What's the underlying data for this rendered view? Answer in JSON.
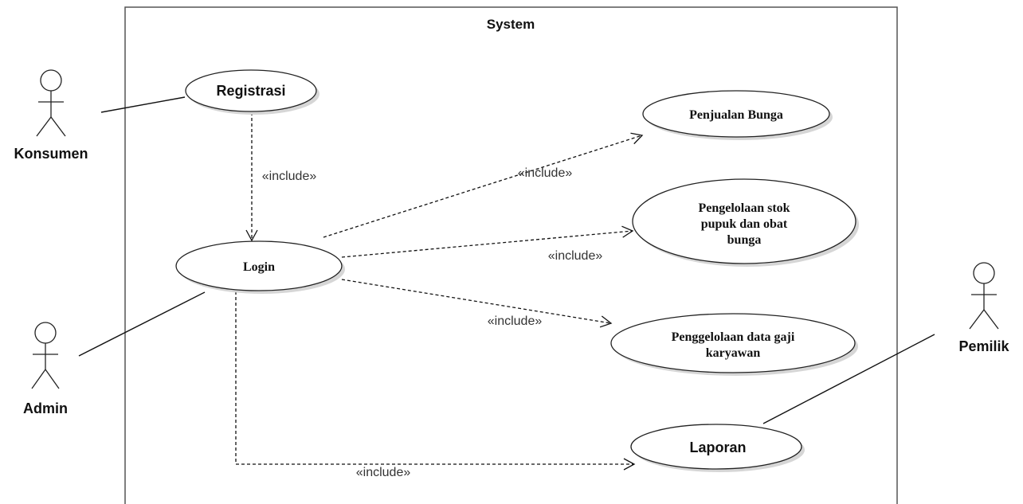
{
  "system": {
    "title": "System"
  },
  "actors": {
    "konsumen": "Konsumen",
    "admin": "Admin",
    "pemilik": "Pemilik"
  },
  "use_cases": {
    "registrasi": [
      "Registrasi"
    ],
    "login": [
      "Login"
    ],
    "penjualan_bunga": [
      "Penjualan Bunga"
    ],
    "pengelolaan_stok": [
      "Pengelolaan stok",
      "pupuk dan obat",
      "bunga"
    ],
    "penggelolaan_gaji": [
      "Penggelolaan data gaji",
      "karyawan"
    ],
    "laporan": [
      "Laporan"
    ]
  },
  "relations": {
    "include_label": "«include»"
  }
}
